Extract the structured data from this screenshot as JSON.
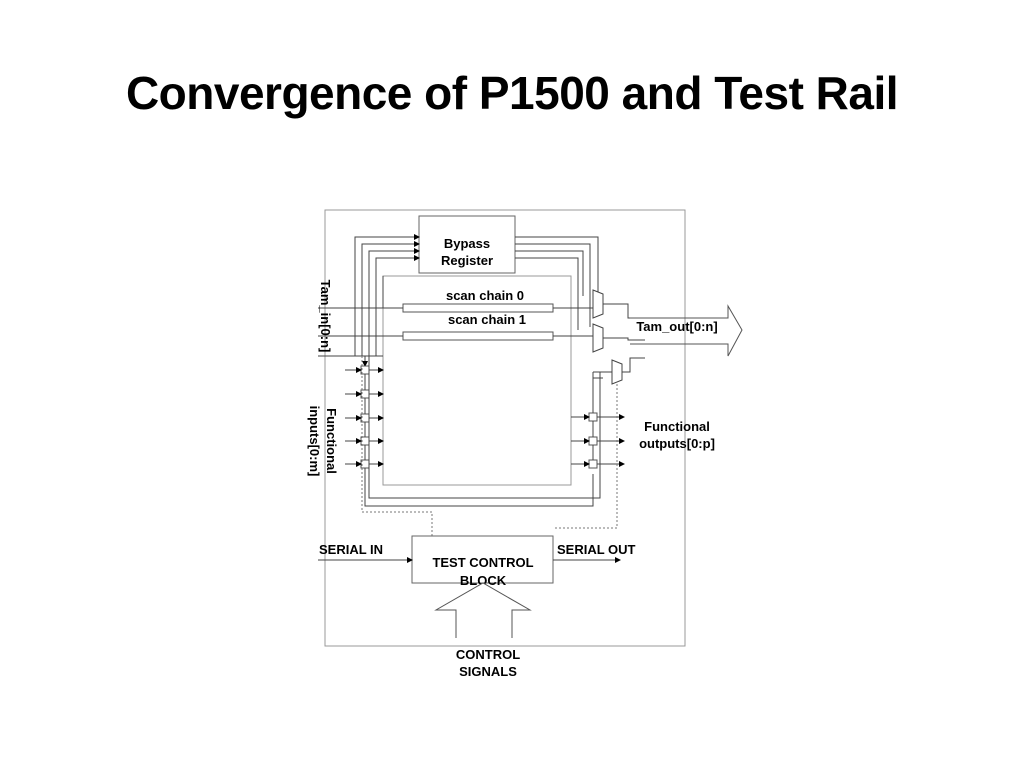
{
  "slide": {
    "title": "Convergence of P1500 and Test Rail"
  },
  "diagram": {
    "bypass_register": [
      "Bypass",
      "Register"
    ],
    "scan_chains": [
      "scan chain 0",
      "scan chain 1"
    ],
    "tam_in": "Tam_in[0:n]",
    "tam_out": "Tam_out[0:n]",
    "functional_inputs": [
      "Functional",
      "inputs[0:m]"
    ],
    "functional_outputs": [
      "Functional",
      "outputs[0:p]"
    ],
    "serial_in": "SERIAL IN",
    "serial_out": "SERIAL OUT",
    "test_control_block": [
      "TEST CONTROL",
      "BLOCK"
    ],
    "control_signals": [
      "CONTROL",
      "SIGNALS"
    ]
  }
}
